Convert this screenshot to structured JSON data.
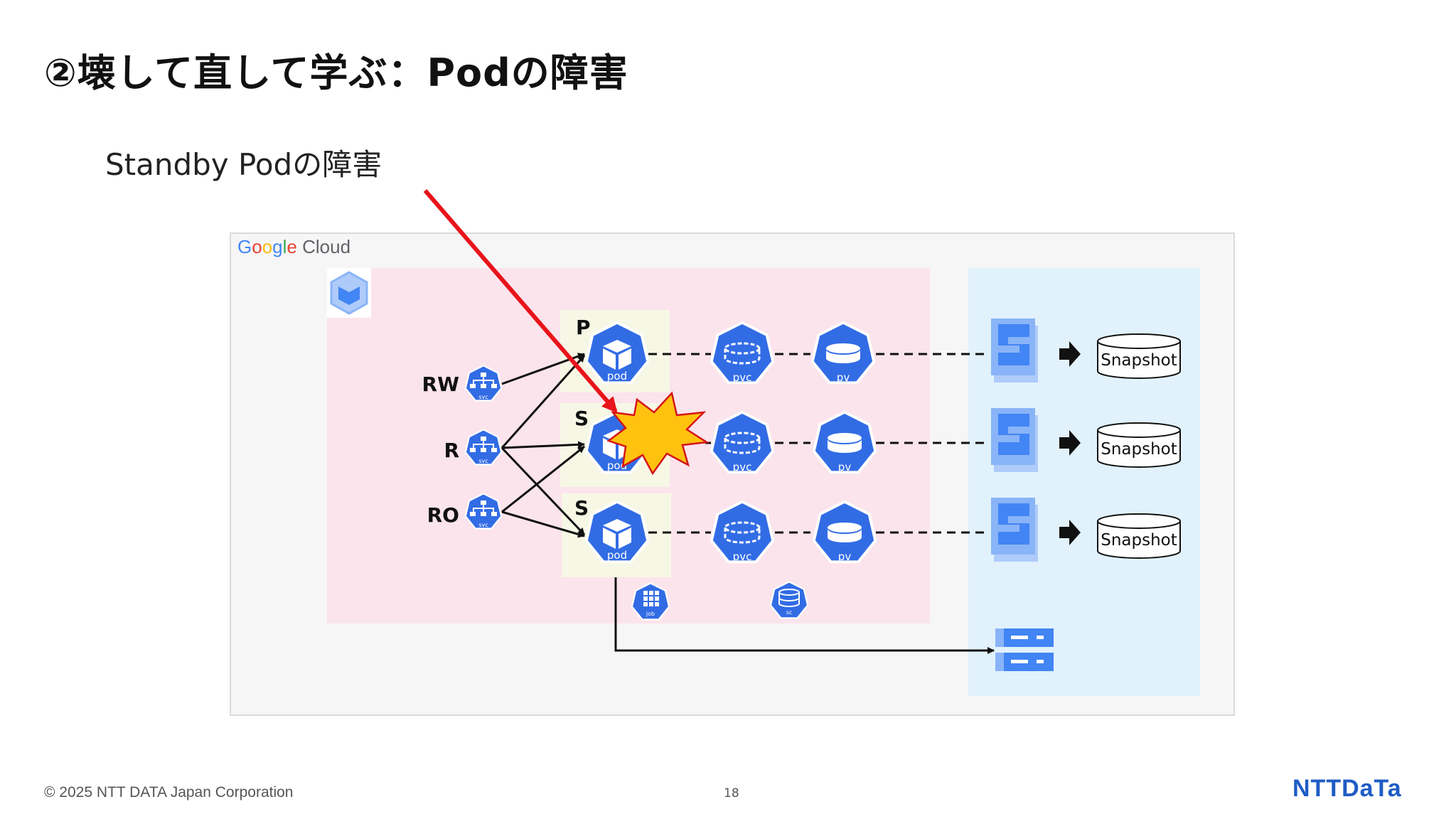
{
  "slide": {
    "title": "②壊して直して学ぶ：Podの障害",
    "subtitle": "Standby Podの障害",
    "footer": "© 2025 NTT DATA Japan Corporation",
    "page_number": "18",
    "logo_text": "NTTDaTa"
  },
  "google_cloud": {
    "part1": "G",
    "part2": "o",
    "part3": "o",
    "part4": "g",
    "part5": "l",
    "part6": "e",
    "cloud": " Cloud"
  },
  "services": [
    {
      "label": "RW",
      "icon_text": "svc"
    },
    {
      "label": "R",
      "icon_text": "svc"
    },
    {
      "label": "RO",
      "icon_text": "svc"
    }
  ],
  "pods": [
    {
      "role": "P",
      "pod_text": "pod",
      "pvc_text": "pvc",
      "pv_text": "pv",
      "snapshot": "Snapshot"
    },
    {
      "role": "S",
      "pod_text": "pod",
      "pvc_text": "pvc",
      "pv_text": "pv",
      "snapshot": "Snapshot"
    },
    {
      "role": "S",
      "pod_text": "pod",
      "pvc_text": "pvc",
      "pv_text": "pv",
      "snapshot": "Snapshot"
    }
  ],
  "misc_icons": {
    "job": "job",
    "sc": "sc"
  },
  "colors": {
    "k8s_blue": "#326ce5",
    "arrow_red": "#e8131b",
    "explosion": "#ffc20e",
    "cluster_bg": "#fbe4ec",
    "storage_bg": "#e1f2fd"
  },
  "icons": [
    "gke-icon",
    "svc-icon",
    "pod-icon",
    "pvc-icon",
    "pv-icon",
    "persistent-disk-icon",
    "snapshot-icon",
    "cloud-storage-icon",
    "job-icon",
    "storage-class-icon",
    "explosion-icon"
  ]
}
